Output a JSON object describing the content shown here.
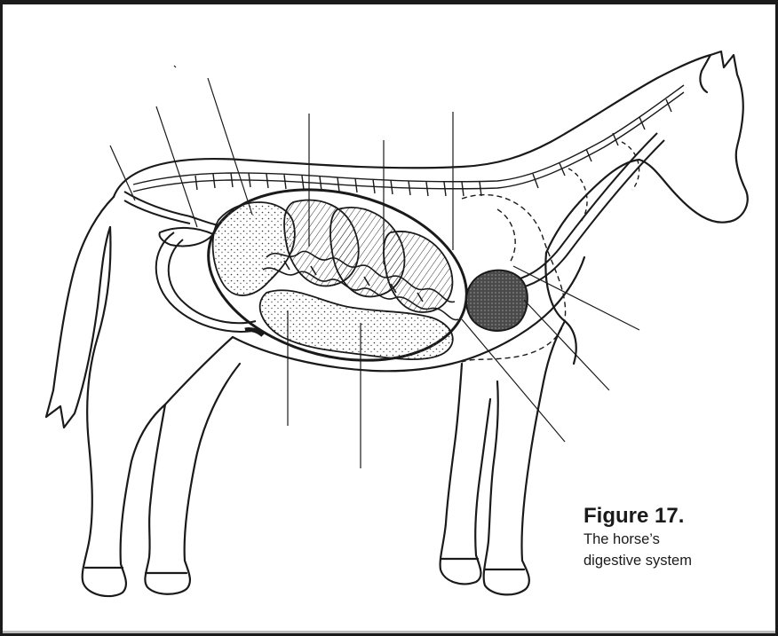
{
  "figure": {
    "title": "Figure 17.",
    "caption_line_1": "The horse’s",
    "caption_line_2": "digestive system"
  },
  "colors": {
    "ink": "#1a1a1a",
    "frame": "#1b1b1b",
    "background": "#ffffff"
  },
  "organs": [
    "oesophagus-icon",
    "stomach-icon",
    "small-intestine-icon",
    "caecum-icon",
    "large-colon-icon",
    "small-colon-icon",
    "rectum-icon"
  ]
}
